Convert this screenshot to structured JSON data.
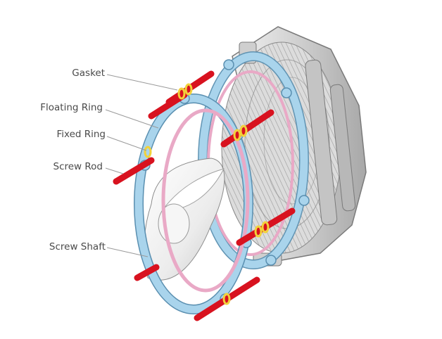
{
  "labels": {
    "gasket": "Gasket",
    "floating_ring": "Floating Ring",
    "fixed_ring": "Fixed Ring",
    "screw_rod": "Screw Rod",
    "screw_shaft": "Screw Shaft"
  },
  "colors": {
    "flange": "#a9d4ec",
    "flange_stroke": "#5a8fb0",
    "floating_ring": "#e9a9c6",
    "rod": "#d8121f",
    "gasket": "#f2d23a",
    "body": "#d8d8d8",
    "body_stroke": "#7a7a7a",
    "label_text": "#4a4a4a",
    "leader": "#9a9a9a"
  }
}
